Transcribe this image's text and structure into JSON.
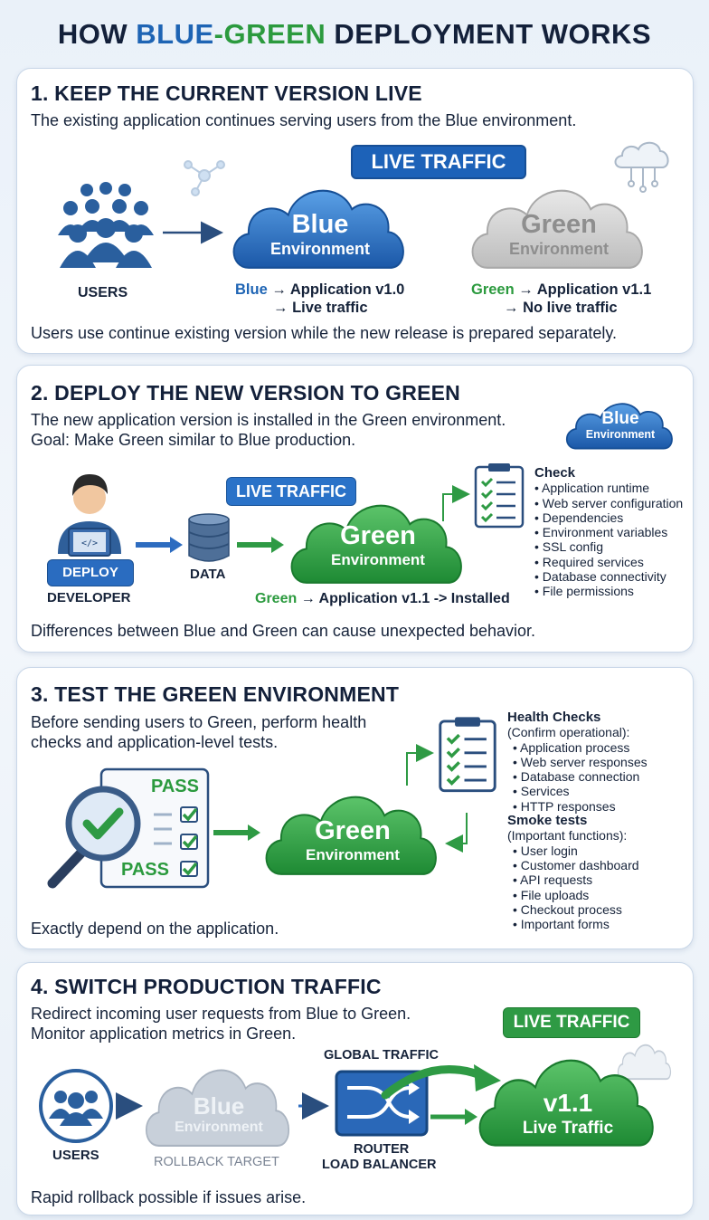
{
  "title": {
    "prefix": "HOW ",
    "blue": "BLUE",
    "dash": "-",
    "green": "GREEN",
    "suffix": " DEPLOYMENT WORKS"
  },
  "colors": {
    "blue": "#1e64b4",
    "green": "#2b9a3e",
    "gray": "#b9b9b9",
    "text": "#16233a"
  },
  "step1": {
    "heading": "1. KEEP THE CURRENT VERSION LIVE",
    "desc": "The existing application continues serving users from the Blue environment.",
    "users_label": "USERS",
    "live_badge": "LIVE TRAFFIC",
    "blue_cloud": {
      "title": "Blue",
      "subtitle": "Environment"
    },
    "green_cloud": {
      "title": "Green",
      "subtitle": "Environment"
    },
    "blue_caption": {
      "env": "Blue",
      "line1": " → Application v1.0",
      "line2": "→ Live traffic"
    },
    "green_caption": {
      "env": "Green",
      "line1": " → Application v1.1",
      "line2": "→ No live traffic"
    },
    "footer": "Users use continue existing version while the new release is prepared separately."
  },
  "step2": {
    "heading": "2. DEPLOY THE NEW VERSION TO GREEN",
    "desc1": "The new application version is installed in the Green environment.",
    "desc2": "Goal: Make Green similar to Blue production.",
    "blue_cloud": {
      "title": "Blue",
      "subtitle": "Environment"
    },
    "deploy_badge": "DEPLOY",
    "developer_label": "DEVELOPER",
    "data_label": "DATA",
    "live_badge": "LIVE TRAFFIC",
    "green_cloud": {
      "title": "Green",
      "subtitle": "Environment"
    },
    "caption": {
      "env": "Green",
      "rest": " → Application v1.1 -> Installed"
    },
    "check_title": "Check",
    "check_items": [
      "Application runtime",
      "Web server configuration",
      "Dependencies",
      "Environment variables",
      "SSL config",
      "Required services",
      "Database connectivity",
      "File permissions"
    ],
    "footer": "Differences between Blue and Green can cause unexpected behavior."
  },
  "step3": {
    "heading": "3. TEST THE GREEN ENVIRONMENT",
    "desc1": "Before sending users to Green, perform health",
    "desc2": "checks and application-level tests.",
    "pass1": "PASS",
    "pass2": "PASS",
    "green_cloud": {
      "title": "Green",
      "subtitle": "Environment"
    },
    "health_title": "Health Checks",
    "health_sub": "(Confirm operational):",
    "health_items": [
      "Application process",
      "Web server responses",
      "Database connection",
      "Services",
      "HTTP responses"
    ],
    "smoke_title": "Smoke tests",
    "smoke_sub": "(Important functions):",
    "smoke_items": [
      "User login",
      "Customer dashboard",
      "API requests",
      "File uploads",
      "Checkout process",
      "Important forms"
    ],
    "footer": "Exactly depend on the application."
  },
  "step4": {
    "heading": "4. SWITCH PRODUCTION TRAFFIC",
    "desc1": "Redirect incoming user requests from Blue to Green.",
    "desc2": "Monitor application metrics in Green.",
    "users_label": "USERS",
    "blue_cloud": {
      "title": "Blue",
      "subtitle": "Environment"
    },
    "rollback_label": "ROLLBACK TARGET",
    "global_label": "GLOBAL TRAFFIC",
    "router_line1": "ROUTER",
    "router_line2": "LOAD BALANCER",
    "live_badge": "LIVE TRAFFIC",
    "green_cloud": {
      "title": "v1.1",
      "subtitle": "Live Traffic"
    },
    "footer": "Rapid rollback possible if issues arise."
  }
}
